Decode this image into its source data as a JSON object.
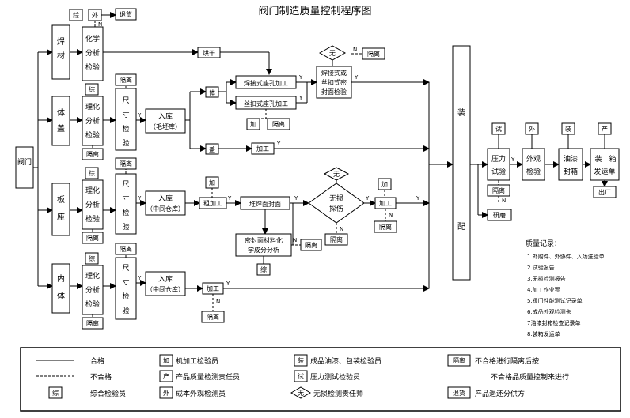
{
  "title": "阀门制造质量控制程序图",
  "start": "阀门",
  "rows": {
    "weld": {
      "material": "焊材",
      "check": [
        "化学",
        "分析",
        "检验"
      ],
      "zong": "综",
      "wai": "外",
      "n": "N",
      "reject": "退货",
      "dry": "烘干"
    },
    "body": {
      "material": "体盖",
      "check": [
        "理化",
        "分析",
        "检验"
      ],
      "zong": "综",
      "isolate": "隔离",
      "size": [
        "尺",
        "寸",
        "检",
        "验"
      ],
      "isolate2": "隔离",
      "store": "入库",
      "store_sub": "（毛坯库）",
      "ti": "体",
      "gai": "盖",
      "proc_weld": "焊接式座孔加工",
      "proc_screw": "丝扣式座孔加工",
      "jia": "加",
      "isolate3": "隔离",
      "machining": "加工"
    },
    "seat": {
      "material": "板座",
      "check": [
        "理化",
        "分析",
        "检验"
      ],
      "zong": "综",
      "isolate": "隔离",
      "size": [
        "尺",
        "寸",
        "检",
        "验"
      ],
      "isolate2": "隔离",
      "store": "入库",
      "store_sub": "（中间仓库）",
      "jia": "加",
      "rough": "粗加工",
      "overlay": "堆焊面封面",
      "ndt": [
        "无损",
        "探伤"
      ],
      "wu": "无",
      "isolate3": "隔离",
      "jia2": "加",
      "machining": "加工",
      "isolate4": "隔离",
      "seal_analysis": [
        "密封面材料化",
        "学成分分析"
      ],
      "isolate5": "隔离",
      "zong2": "综"
    },
    "inner": {
      "material": "内体",
      "check": [
        "理化",
        "分析",
        "检验"
      ],
      "zong": "综",
      "isolate": "隔离",
      "size": [
        "尺",
        "寸",
        "检",
        "验"
      ],
      "isolate2": "隔离",
      "store": "入库",
      "store_sub": "（中间仓库）",
      "machining": "加工",
      "isolate3": "隔离"
    }
  },
  "seal_check": {
    "wu": "无",
    "isolate": "隔离",
    "label": [
      "焊接式或",
      "丝扣式密",
      "封面检验"
    ]
  },
  "assembly": [
    "装",
    "配"
  ],
  "pressure": {
    "tag": "试",
    "label": [
      "压力",
      "试验"
    ],
    "isolate": "隔离",
    "grind": "研磨"
  },
  "appearance": {
    "tag": "外",
    "label": [
      "外观",
      "检验"
    ]
  },
  "paint": {
    "tag": "装",
    "label": [
      "油漆",
      "封箱"
    ]
  },
  "ship": {
    "tag": "产",
    "label": [
      "装",
      "箱",
      "发运单"
    ],
    "out": "出厂"
  },
  "flow_marks": {
    "y": "Y",
    "n": "N"
  },
  "records": {
    "title": "质量记录：",
    "items": [
      "1.外购件、外协件、入场送验单",
      "2.试验报告",
      "3.无损检测报告",
      "4.加工作业票",
      "5.阀门性能测试记录单",
      "6.成品外观检测卡",
      "7油漆封箱检查记录单",
      "8.装箱发运单"
    ]
  },
  "legend": {
    "pass": "合格",
    "fail": "不合格",
    "zong_box": "综",
    "zong": "综合检验员",
    "jia_box": "加",
    "jia": "机加工检验员",
    "chan_box": "产",
    "chan": "产品质量检测责任员",
    "wai_box": "外",
    "wai": "成本外观检测员",
    "zhuang_box": "装",
    "zhuang": "成品油漆、包装检验员",
    "shi_box": "试",
    "shi": "压力测试检验员",
    "wu_box": "无",
    "wu": "无损检测责任师",
    "iso_box": "隔离",
    "iso": "不合格进行隔离后按",
    "iso2": "不合格品质量控制来进行",
    "ret_box": "退货",
    "ret": "产品退还分供方"
  }
}
